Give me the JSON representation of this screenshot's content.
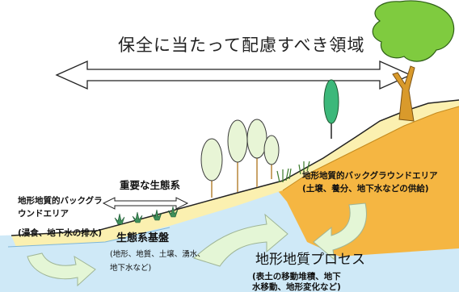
{
  "title": "保全に当たって配慮すべき領域",
  "labels": {
    "important_ecosystem": "重要な生態系",
    "left_bg_area_line1": "地形地質的バックグラ",
    "left_bg_area_line2": "ウンドエリア",
    "left_bg_note": "(浸食、地下水の排水)",
    "ecosystem_base": "生態系基盤",
    "base_note_line1": "(地形、地質、土壌、湧水、",
    "base_note_line2": "地下水など)",
    "right_bg_area_line1": "地形地質的バックグラウンドエリア",
    "right_bg_area_line2": "(土壌、養分、地下水などの供給)",
    "process_title": "地形地質プロセス",
    "process_note_line1": "(表土の移動堆積、地下",
    "process_note_line2": "水移動、地形変化など)"
  },
  "colors": {
    "hill_orange": "#F5B642",
    "sand": "#FBF0B0",
    "water": "#CFE9F7",
    "arrow_green": "#E4F6D6",
    "tree_green": "#7FCB3F",
    "trunk": "#D99A2B"
  }
}
